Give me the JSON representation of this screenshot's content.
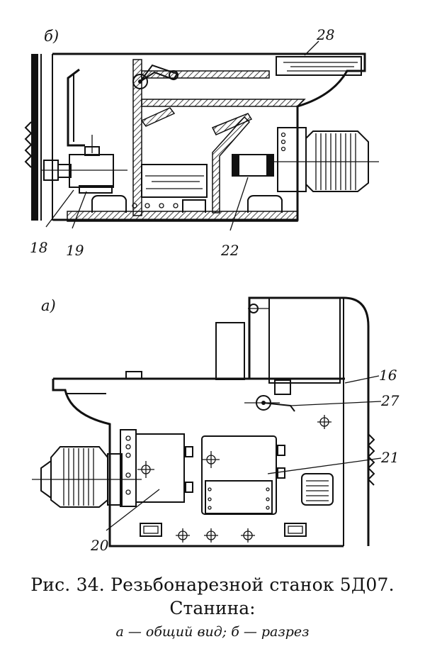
{
  "figure": {
    "view_b_label": "б)",
    "view_a_label": "а)",
    "callouts": {
      "c28": "28",
      "c18": "18",
      "c19": "19",
      "c22": "22",
      "c16": "16",
      "c27": "27",
      "c21": "21",
      "c20": "20"
    }
  },
  "caption": {
    "line1": "Рис. 34. Резьбонарезной станок 5Д07.",
    "line2": "Станина:",
    "line3": "а — общий вид; б — разрез"
  }
}
